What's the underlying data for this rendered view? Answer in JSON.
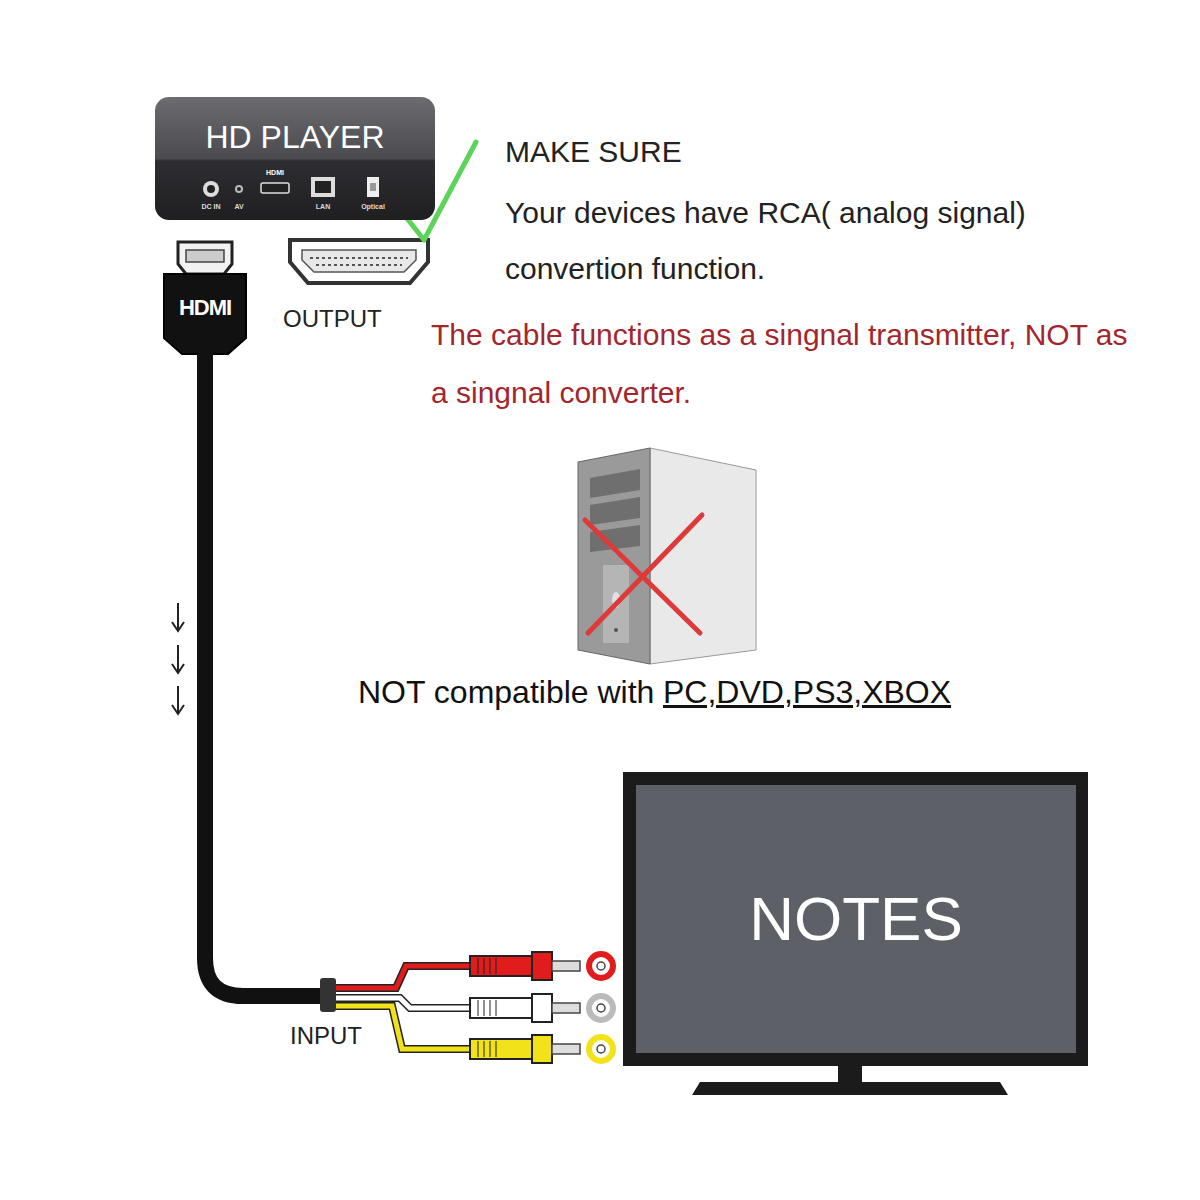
{
  "diagram": {
    "nodes": [
      {
        "text": [
          "HD PLAYER",
          "HDMI",
          "DC IN",
          "AV",
          "LAN",
          "Optical"
        ]
      },
      {
        "text": [
          "HDMI"
        ]
      },
      {
        "text": [
          "NOTES"
        ]
      }
    ],
    "labels": [
      "OUTPUT",
      "MAKE SURE",
      "Your devices have RCA( analog signal) convertion function.",
      "The cable functions as a singnal transmitter, NOT as a singnal converter.",
      "NOT compatible with",
      "PC,DVD,PS3,XBOX",
      "INPUT"
    ]
  }
}
